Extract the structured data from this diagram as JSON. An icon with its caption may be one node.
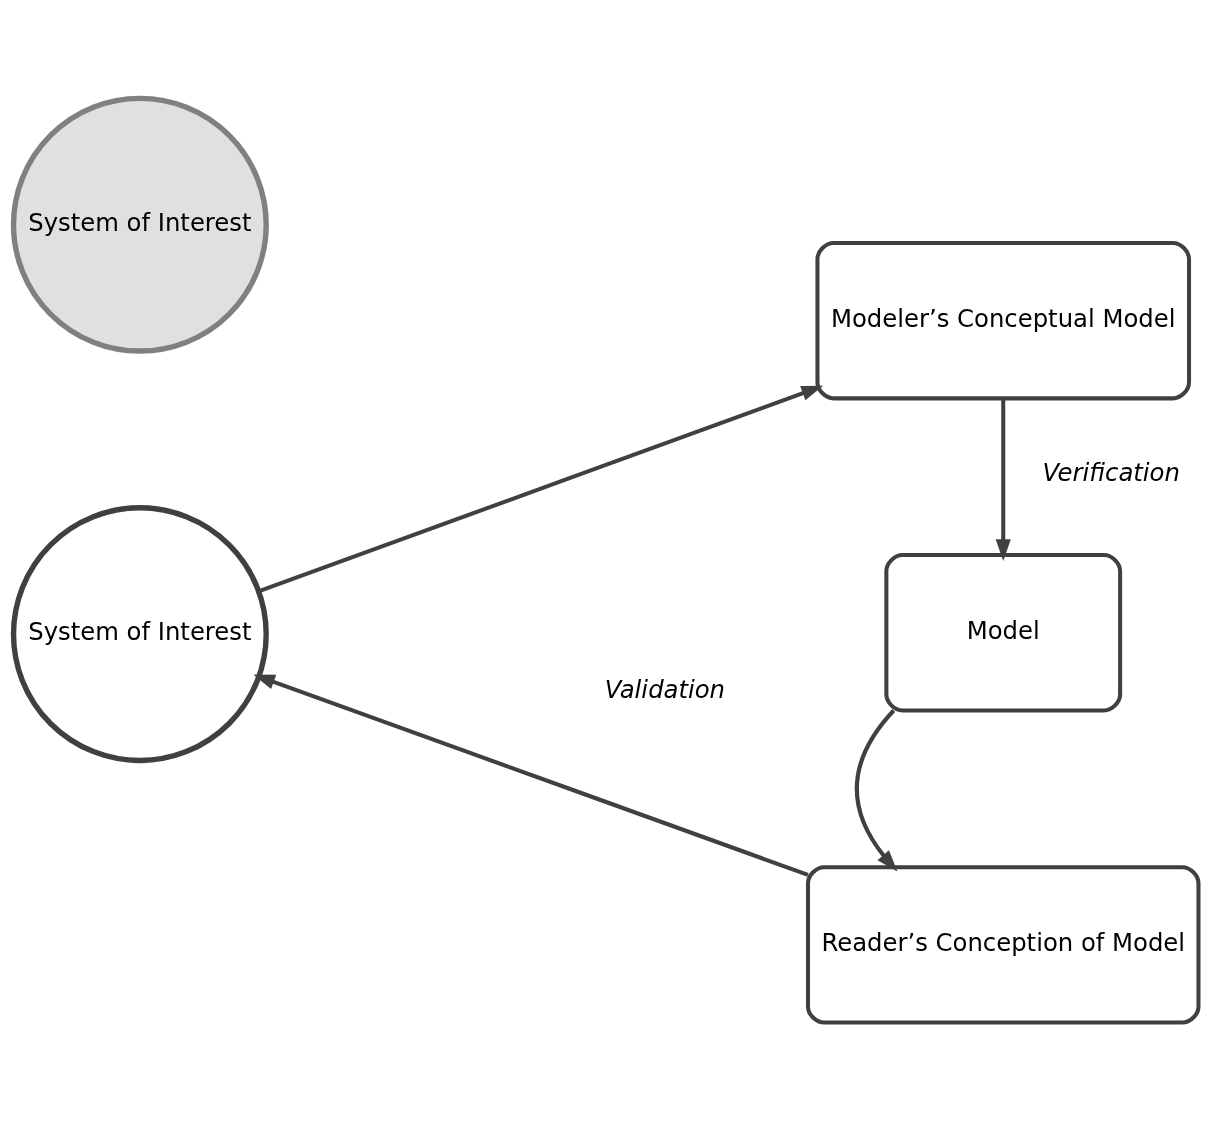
{
  "diagram": {
    "nodes": [
      {
        "text": [
          "System of Interest"
        ]
      },
      {
        "text": [
          "System of Interest"
        ]
      },
      {
        "text": [
          "Modeler’s Conceptual Model"
        ]
      },
      {
        "text": [
          "Model"
        ]
      },
      {
        "text": [
          "Reader’s Conception of Model"
        ]
      }
    ],
    "edges": [
      {
        "from": 1,
        "to": 2,
        "arrow": "to"
      },
      {
        "from": 2,
        "to": 3,
        "arrow": "to",
        "label": "Verification"
      },
      {
        "from": 3,
        "to": 4,
        "arrow": "to"
      },
      {
        "from": 4,
        "to": 1,
        "arrow": "to",
        "label": "Validation"
      }
    ]
  }
}
